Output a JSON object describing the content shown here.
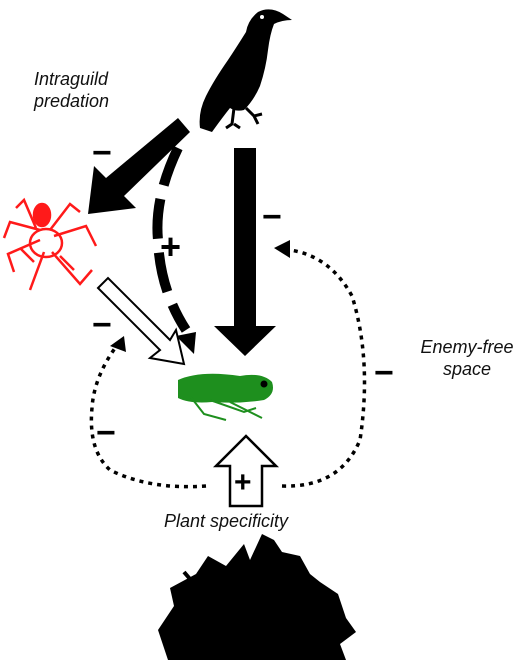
{
  "labels": {
    "intraguild_line1": "Intraguild",
    "intraguild_line2": "predation",
    "enemy_free_line1": "Enemy-free",
    "enemy_free_line2": "space",
    "plant_specificity": "Plant specificity"
  },
  "signs": {
    "negative": "−",
    "positive": "+"
  },
  "organisms": [
    "bird-silhouette",
    "spider",
    "leafhopper",
    "plant-silhouette"
  ],
  "colors": {
    "spider": "#ff1a1a",
    "leafhopper": "#1e8f1e",
    "ink": "#000000"
  }
}
